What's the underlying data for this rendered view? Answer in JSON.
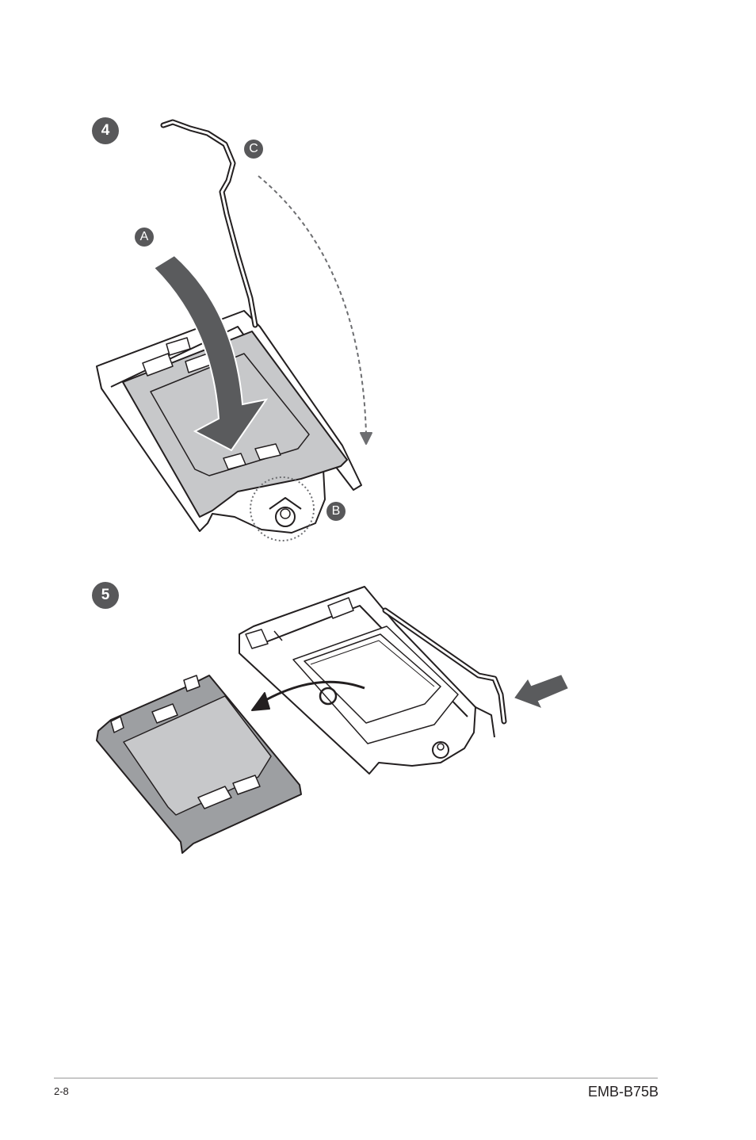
{
  "steps": [
    {
      "number": "4",
      "callouts": {
        "a": "A",
        "b": "B",
        "c": "C"
      }
    },
    {
      "number": "5"
    }
  ],
  "footer": {
    "page_number": "2-8",
    "model": "EMB-B75B"
  },
  "colors": {
    "ink": "#231f20",
    "badge": "#58585a",
    "plate": "#c7c8ca",
    "arrow": "#5a5b5d"
  }
}
